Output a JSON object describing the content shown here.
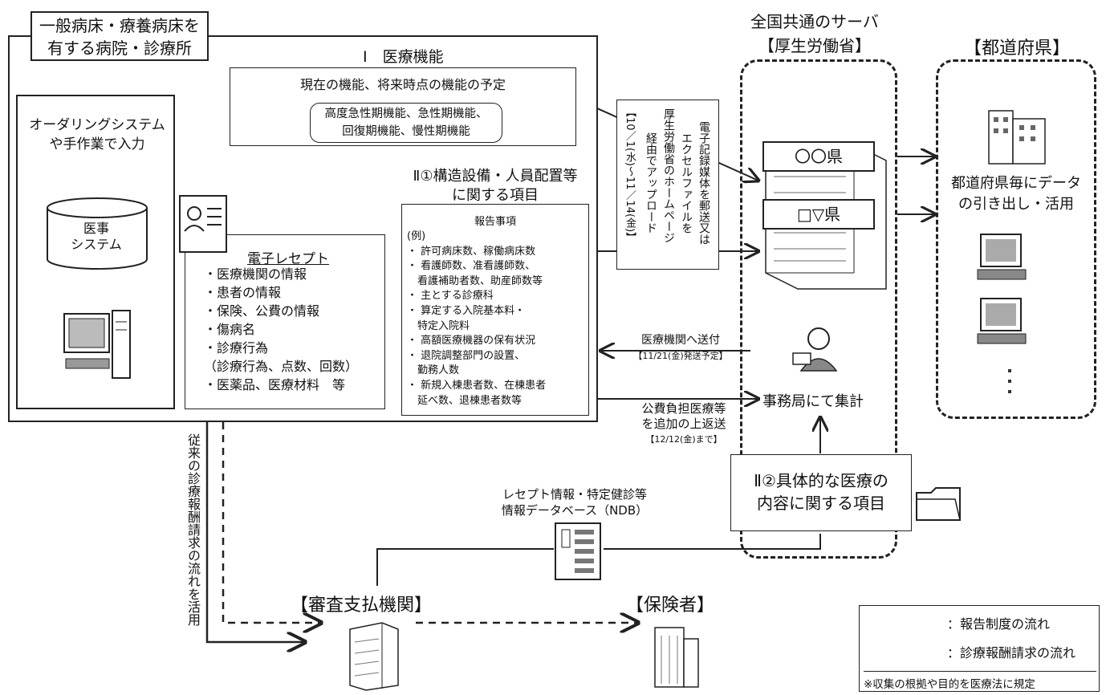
{
  "hospital": {
    "title_line1": "一般病床・療養病床を",
    "title_line2": "有する病院・診療所",
    "input_line1": "オーダリングシステム",
    "input_line2": "や手作業で入力",
    "medical_system_line1": "医事",
    "medical_system_line2": "システム"
  },
  "function_section": {
    "title": "Ⅰ　医療機能",
    "subtitle": "現在の機能、将来時点の機能の予定",
    "options_line1": "高度急性期機能、急性期機能、",
    "options_line2": "回復期機能、慢性期機能"
  },
  "structure_section": {
    "title_line1": "Ⅱ①構造設備・人員配置等",
    "title_line2": "に関する項目",
    "heading": "報告事項",
    "items": [
      "(例)",
      "・ 許可病床数、稼働病床数",
      "・ 看護師数、准看護師数、",
      "　看護補助者数、助産師数等",
      "・ 主とする診療科",
      "・ 算定する入院基本料・",
      "　特定入院料",
      "・ 高額医療機器の保有状況",
      "・ 退院調整部門の設置、",
      "　勤務人数",
      "・ 新規入棟患者数、在棟患者",
      "　延べ数、退棟患者数等"
    ]
  },
  "receipt": {
    "title": "電子レセプト",
    "items": [
      "・医療機関の情報",
      "・患者の情報",
      "・保険、公費の情報",
      "・傷病名",
      "・診療行為",
      "（診療行為、点数、回数）",
      "・医薬品、医療材料　等"
    ]
  },
  "submission": {
    "lines": [
      "電子記録媒体を郵送又は",
      "エクセルファイルを",
      "厚生労働省のホームページ",
      "経由でアップロード",
      "【10／1(水)～11／14(金)】"
    ]
  },
  "server": {
    "title": "全国共通のサーバ",
    "subtitle": "【厚生労働省】",
    "pref1": "〇〇県",
    "pref2": "□▽県",
    "secretariat": "事務局にて集計"
  },
  "prefecture": {
    "title": "【都道府県】",
    "desc_line1": "都道府県毎にデータ",
    "desc_line2": "の引き出し・活用"
  },
  "flows": {
    "send_back_line1": "医療機関へ送付",
    "send_back_line2": "【11/21(金)発送予定】",
    "return_line1": "公費負担医療等",
    "return_line2": "を追加の上返送",
    "return_line3": "【12/12(金)まで】",
    "conventional": "従来の診療報酬請求の流れを活用"
  },
  "ndb": {
    "line1": "レセプト情報・特定健診等",
    "line2": "情報データベース（NDB）"
  },
  "content_section": {
    "line1": "Ⅱ②具体的な医療の",
    "line2": "内容に関する項目"
  },
  "entities": {
    "review": "【審査支払機関】",
    "insurer": "【保険者】"
  },
  "legend": {
    "solid": "：報告制度の流れ",
    "dashed": "：診療報酬請求の流れ",
    "note": "※収集の根拠や目的を医療法に規定"
  }
}
